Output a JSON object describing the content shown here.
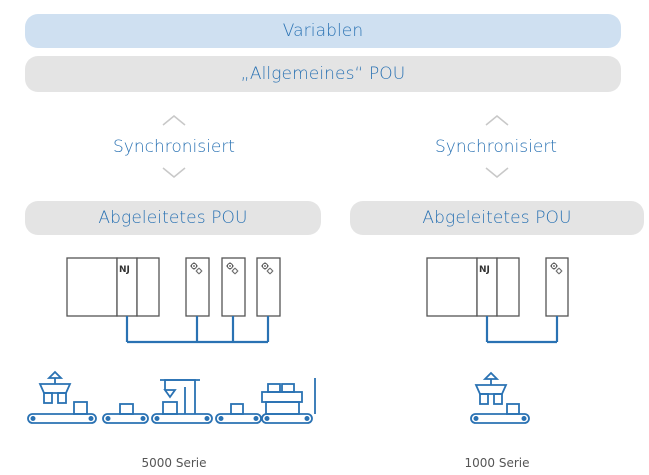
{
  "variables_bar": {
    "label": "Variablen"
  },
  "general_pou_bar": {
    "label": "„Allgemeines“ POU"
  },
  "left": {
    "sync_label": "Synchronisiert",
    "derived_pou_label": "Abgeleitetes POU",
    "controller_label": "NJ",
    "caption": "5000 Serie"
  },
  "right": {
    "sync_label": "Synchronisiert",
    "derived_pou_label": "Abgeleitetes POU",
    "controller_label": "NJ",
    "caption": "1000 Serie"
  },
  "colors": {
    "blue": "#2a72b3",
    "light_blue": "#cfe0f1",
    "grey_bar": "#e4e4e4",
    "device_outline": "#555555"
  }
}
